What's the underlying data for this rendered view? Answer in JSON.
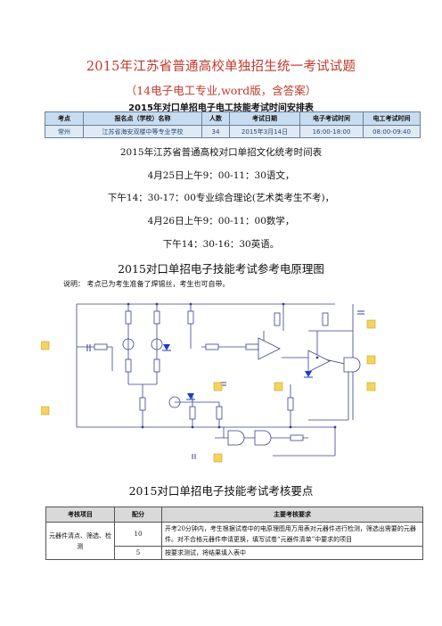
{
  "doc": {
    "title": "2015年江苏省普通高校单独招生统一考试试题",
    "subtitle": "（14电子电工专业,word版，含答案）"
  },
  "schedule": {
    "title": "2015年对口单招电子电工技能考试时间安排表",
    "headers": [
      "考点",
      "报名点（学校）名称",
      "人数",
      "考试日期",
      "电子考试时间",
      "电工考试时间"
    ],
    "rows": [
      [
        "常州",
        "江苏省海安双楼中等专业学校",
        "34",
        "2015年3月14日",
        "16:00-18:00",
        "08:00-09:40"
      ]
    ]
  },
  "culture": {
    "heading": "2015年江苏省普通高校对口单招文化统考时间表",
    "lines": [
      "4月25日上午9：00-11：30语文，",
      "下午14：30-17：00专业综合理论(艺术类考生不考)，",
      "4月26日上午9：00-11：00数学，",
      "下午14：30-16：30英语。"
    ]
  },
  "circuit": {
    "heading": "2015对口单招电子技能考试参考电原理图",
    "note": "说明：  考点已为考生准备了焊锡丝，考生也可自带。"
  },
  "exam": {
    "heading": "2015对口单招电子技能考试考核要点",
    "headers": [
      "考核项目",
      "配分",
      "主要考核要求"
    ],
    "item": "元器件清点、筛选、检测",
    "rows": [
      {
        "score": "10",
        "text": "开考20分钟内，考生根据试卷中的电原理图用万用表对元器件进行检测，筛选出需要的元器件。对不合格元器件申请更换，填写试卷“元器件清单”中要求的项目"
      },
      {
        "score": "5",
        "text": "按要求测试，将结果填入表中"
      }
    ]
  },
  "colors": {
    "title_red": "#c0392b",
    "header_blue": "#c7dcf0",
    "cell_blue": "#dfeaf5",
    "circuit_line": "#3a3f8f",
    "terminal_yellow": "#f4d35e"
  }
}
